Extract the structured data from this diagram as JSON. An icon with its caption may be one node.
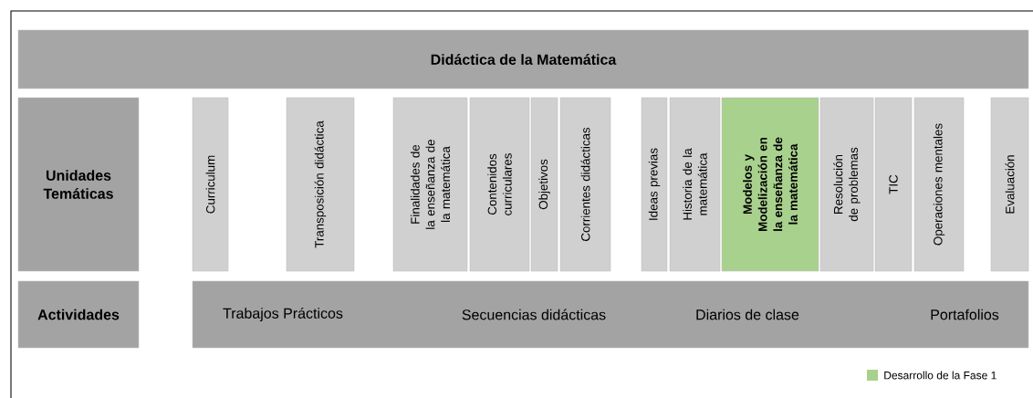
{
  "diagram": {
    "nodes": [
      {
        "text": [
          "Didáctica de la Matemática"
        ]
      },
      {
        "text": [
          "Unidades Temáticas"
        ]
      },
      {
        "text": [
          "Curriculum"
        ]
      },
      {
        "text": [
          "Transposición didáctica"
        ]
      },
      {
        "text": [
          "Finalidades de la enseñanza de la matemática"
        ]
      },
      {
        "text": [
          "Contenidos curriculares"
        ]
      },
      {
        "text": [
          "Objetivos"
        ]
      },
      {
        "text": [
          "Corrientes didácticas"
        ]
      },
      {
        "text": [
          "Ideas previas"
        ]
      },
      {
        "text": [
          "Historia de la matemática"
        ]
      },
      {
        "text": [
          "Modelos y Modelización en la enseñanza de la matemática"
        ]
      },
      {
        "text": [
          "Resolución de problemas"
        ]
      },
      {
        "text": [
          "TIC"
        ]
      },
      {
        "text": [
          "Operaciones mentales"
        ]
      },
      {
        "text": [
          "Evaluación"
        ]
      },
      {
        "text": [
          "Actividades"
        ]
      },
      {
        "text": [
          "Trabajos Prácticos",
          "Secuencias didácticas",
          "Diarios de clase",
          "Portafolios"
        ]
      }
    ],
    "legend": [
      {
        "text": "Desarrollo de la Fase 1",
        "color": "#a9d18e"
      }
    ]
  }
}
